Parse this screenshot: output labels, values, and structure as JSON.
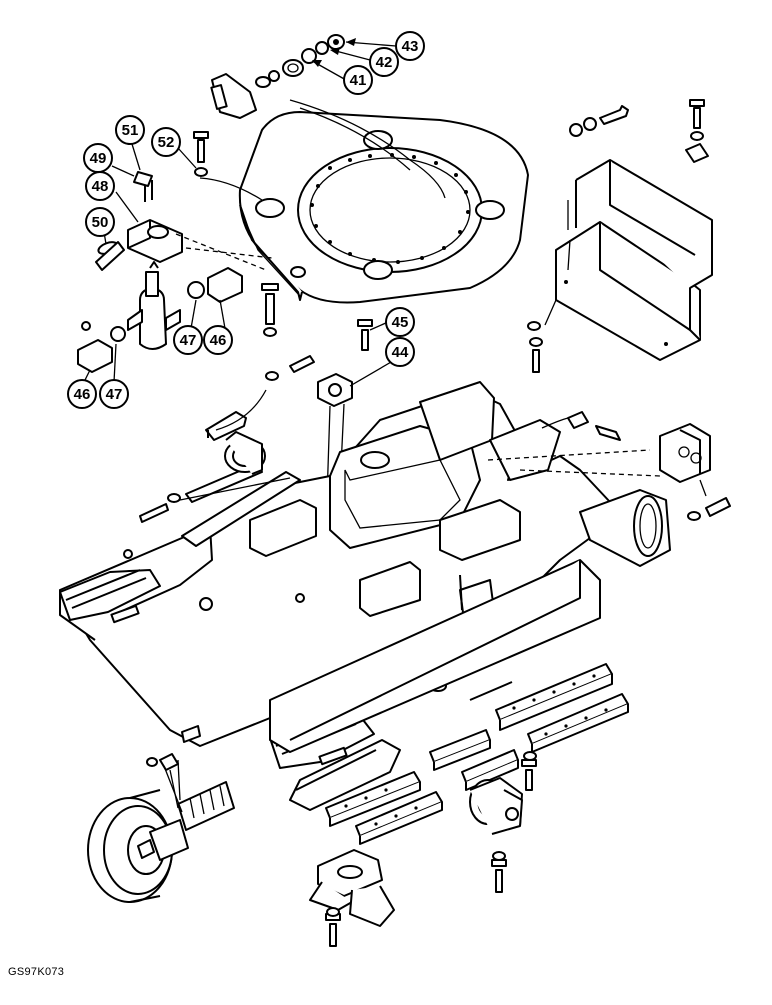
{
  "diagram": {
    "type": "exploded-parts-diagram",
    "reference_code": "GS97K073",
    "callouts": [
      {
        "id": "c43",
        "label": "43"
      },
      {
        "id": "c42",
        "label": "42"
      },
      {
        "id": "c41",
        "label": "41"
      },
      {
        "id": "c51",
        "label": "51"
      },
      {
        "id": "c52",
        "label": "52"
      },
      {
        "id": "c49",
        "label": "49"
      },
      {
        "id": "c48",
        "label": "48"
      },
      {
        "id": "c50",
        "label": "50"
      },
      {
        "id": "c45",
        "label": "45"
      },
      {
        "id": "c44",
        "label": "44"
      },
      {
        "id": "c47a",
        "label": "47"
      },
      {
        "id": "c46a",
        "label": "46"
      },
      {
        "id": "c46b",
        "label": "46"
      },
      {
        "id": "c47b",
        "label": "47"
      }
    ]
  }
}
